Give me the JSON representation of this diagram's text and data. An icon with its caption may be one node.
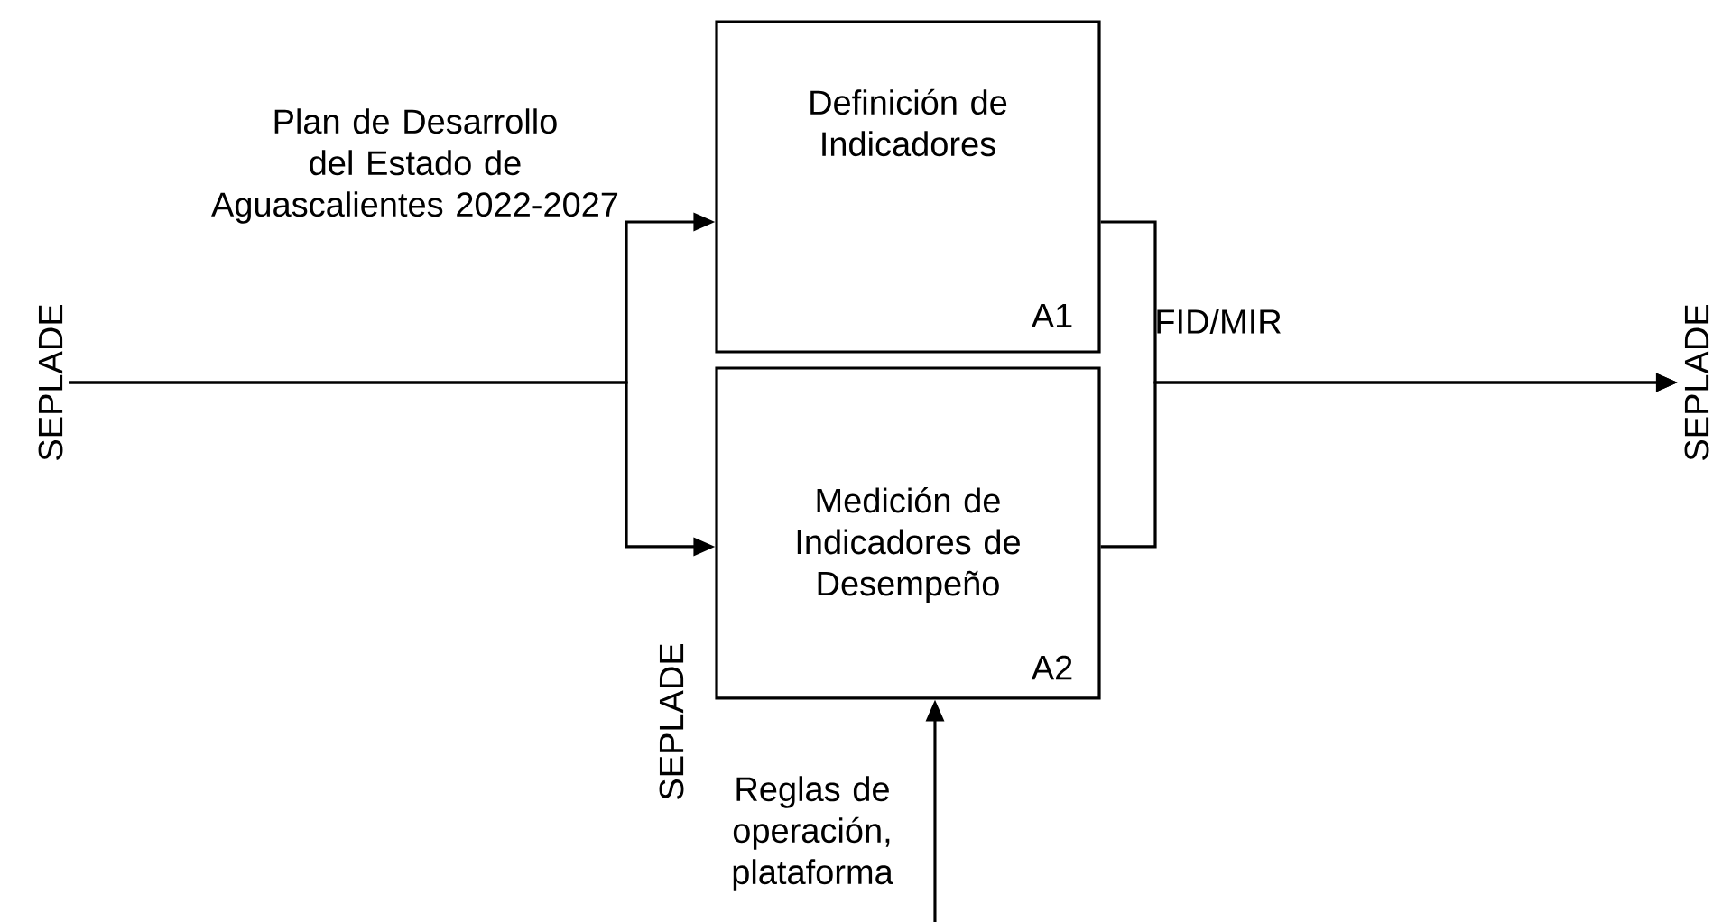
{
  "diagram": {
    "nodes": [
      {
        "text": [
          "SEPLADE"
        ]
      },
      {
        "text": [
          "Definición de Indicadores",
          "A1"
        ]
      },
      {
        "text": [
          "Medición de Indicadores de Desempeño",
          "A2"
        ]
      },
      {
        "text": [
          "SEPLADE"
        ]
      }
    ],
    "edges": [
      {
        "from": 0,
        "to": 1,
        "arrow": "to",
        "label": "Plan de Desarrollo del Estado de Aguascalientes 2022-2027"
      },
      {
        "from": 0,
        "to": 2,
        "arrow": "to"
      },
      {
        "from": 1,
        "to": 3,
        "arrow": "to",
        "label": "FID/MIR"
      },
      {
        "from": 2,
        "to": 3,
        "arrow": "to"
      },
      {
        "from": null,
        "to": 2,
        "arrow": "to",
        "label": "Reglas de operación, plataforma"
      }
    ],
    "labels": [
      "SEPLADE"
    ]
  }
}
